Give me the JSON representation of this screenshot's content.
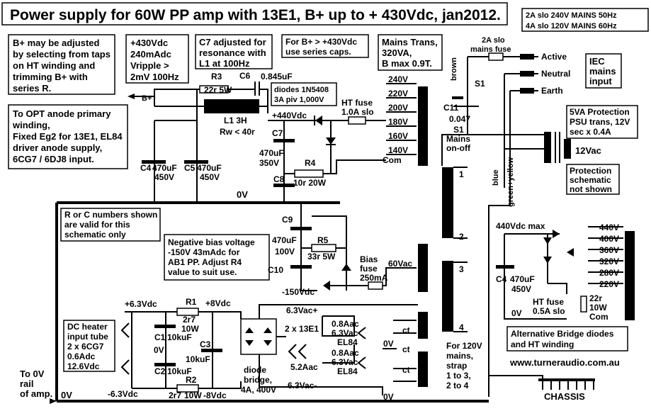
{
  "title": "Power supply for 60W PP amp  with 13E1, B+ up to + 430Vdc, jan2012.",
  "notes": {
    "bplus_adjust": [
      "B+ may be adjusted",
      "by selecting from taps",
      "on HT winding and",
      "trimming B+ with",
      "series R."
    ],
    "bplus_spec": [
      "+430Vdc",
      "240mAdc",
      "Vripple >",
      "2mV 100Hz"
    ],
    "c7_note": [
      "C7 adjusted for",
      "resonance with",
      "L1 at 100Hz"
    ],
    "series_caps": [
      "For B+ > +430Vdc",
      "use series caps."
    ],
    "mains_trans": [
      "Mains Trans,",
      "320VA,",
      "B max 0.9T."
    ],
    "mains_fuse": [
      "2A slo    240V MAINS 50Hz",
      "4A slo    120V MAINS 60Hz"
    ],
    "opt_note": [
      "To OPT anode primary",
      "winding,",
      "Fixed Eg2 for 13E1, EL84",
      "driver anode supply,",
      "6CG7 / 6DJ8 input."
    ],
    "diodes": [
      "diodes 1N5408",
      "3A piv 1,000V"
    ],
    "rc_note": [
      "R or C numbers shown",
      "are valid  for this",
      "schematic only"
    ],
    "neg_bias": [
      "Negative bias voltage",
      "-150V  43mAdc for",
      "AB1 PP.  Adjust R4",
      "value to suit use."
    ],
    "protection": [
      "5VA Protection",
      "PSU trans, 12V",
      "sec x 0.4A"
    ],
    "protection_sch": [
      "Protection",
      "schematic",
      "not shown"
    ],
    "iec": [
      "IEC",
      "mains",
      "input"
    ],
    "dc_heater": [
      "DC heater",
      "input tube",
      "2 x 6CG7",
      "0.6Adc",
      "12.6Vdc"
    ],
    "alt_bridge": [
      "Alternative Bridge diodes",
      "and HT winding"
    ],
    "to_0v": [
      "To 0V",
      "rail",
      "of amp."
    ],
    "strap": [
      "For 120V",
      "mains,",
      "strap",
      "1 to 3,",
      "2 to 4"
    ],
    "diode_bridge": [
      "diode",
      "bridge,",
      "4A, 400V"
    ],
    "website": "www.turneraudio.com.au"
  },
  "labels": {
    "bplus": "B+",
    "r3": "R3",
    "r3v": "22r 5W",
    "c6": "C6",
    "c6v": "0.845uF",
    "l1": "L1 3H",
    "rw": "Rw < 40r",
    "v440": "+440Vdc",
    "ht_fuse": "HT fuse",
    "ht_fuse_v": "1.0A slo",
    "c7": "C7",
    "c7v1": "470uF",
    "c7v2": "350V",
    "r4": "R4",
    "r4v": "10r 20W",
    "c8": "C8",
    "com": "Com",
    "c4": "C4",
    "c4v1": "470uF",
    "c4v2": "450V",
    "c5": "C5",
    "c5v1": "470uF",
    "c5v2": "450V",
    "zero_v": "0V",
    "taps": [
      "240V",
      "220V",
      "200V",
      "180V",
      "160V",
      "140V"
    ],
    "c9": "C9",
    "c9v1": "470uF",
    "c9v2": "100V",
    "r5": "R5",
    "r5v": "33r 5W",
    "c10": "C10",
    "bias_fuse": [
      "Bias",
      "fuse",
      "250mA"
    ],
    "v60ac": "60Vac",
    "vminus150": "-150Vdc",
    "mains_fuse_lbl": [
      "2A slo",
      "mains fuse"
    ],
    "active": "Active",
    "neutral": "Neutral",
    "earth": "Earth",
    "brown": "brown",
    "blue": "blue",
    "green_yellow": "green+yellow",
    "s1": "S1",
    "c11": "C11",
    "c11v": "0.047",
    "s1_lbl": [
      "S1",
      "Mains",
      "on-off"
    ],
    "pin1": "1",
    "pin2": "2",
    "pin3": "3",
    "pin4": "4",
    "v12ac": "12Vac",
    "v440max": "440Vdc max",
    "alt_taps": [
      "440V",
      "400V",
      "360V",
      "320V",
      "280V",
      "220V"
    ],
    "alt_c4": "C4",
    "alt_c4v1": "470uF",
    "alt_c4v2": "450V",
    "alt_0v": "0V",
    "alt_fuse": [
      "HT fuse",
      "0.5A slo"
    ],
    "alt_r": [
      "22r",
      "10W",
      "Com"
    ],
    "v63": "+6.3Vdc",
    "r1": "R1",
    "r1v": "2r7",
    "r1w": "10W",
    "v8": "+8Vdc",
    "c1": "C1",
    "c1v": "10kuF",
    "c3": "C3",
    "c3v": "10kuF",
    "c2": "C2",
    "c2v": "10kuF",
    "ov": "0V",
    "r2": "R2",
    "r2v": "2r7",
    "r2w": "10W",
    "vm8": "-8Vdc",
    "vm63": "-6.3Vdc",
    "v63ac_p": "6.3Vac+",
    "v63ac_m": "6.3Vac-",
    "tubes": "2 x 13E1",
    "a52": "5.2Aac",
    "a08": "0.8Aac",
    "a63": "6.3Vac",
    "el84": "EL84",
    "ct": "ct",
    "chassis": "CHASSIS",
    "ov_bottom": "0V"
  }
}
